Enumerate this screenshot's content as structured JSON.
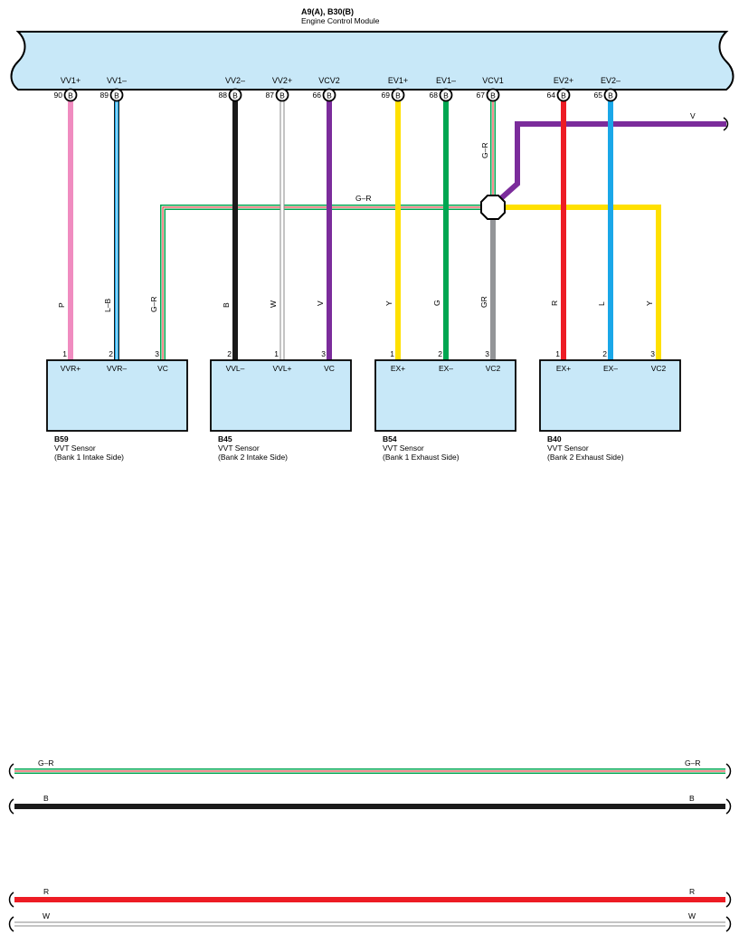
{
  "ecm": {
    "connector_title": "A9(A), B30(B)",
    "name": "Engine Control Module",
    "fill": "#c8e8f8"
  },
  "ecm_pins": [
    {
      "id": "vv1p",
      "label": "VV1+",
      "number": "90",
      "conn": "B"
    },
    {
      "id": "vv1m",
      "label": "VV1–",
      "number": "89",
      "conn": "B"
    },
    {
      "id": "vv2m",
      "label": "VV2–",
      "number": "88",
      "conn": "B"
    },
    {
      "id": "vv2p",
      "label": "VV2+",
      "number": "87",
      "conn": "B"
    },
    {
      "id": "vcv2",
      "label": "VCV2",
      "number": "66",
      "conn": "B"
    },
    {
      "id": "ev1p",
      "label": "EV1+",
      "number": "69",
      "conn": "B"
    },
    {
      "id": "ev1m",
      "label": "EV1–",
      "number": "68",
      "conn": "B"
    },
    {
      "id": "vcv1",
      "label": "VCV1",
      "number": "67",
      "conn": "B"
    },
    {
      "id": "ev2p",
      "label": "EV2+",
      "number": "64",
      "conn": "B"
    },
    {
      "id": "ev2m",
      "label": "EV2–",
      "number": "65",
      "conn": "B"
    }
  ],
  "wire_labels": {
    "p": "P",
    "lb": "L–B",
    "gr_b59": "G–R",
    "b": "B",
    "w": "W",
    "v_b45": "V",
    "y_b54": "Y",
    "g": "G",
    "gr_b54": "GR",
    "r": "R",
    "l": "L",
    "y_b40": "Y",
    "gr_horizontal": "G–R",
    "gr_vcv1": "G–R",
    "v_top": "V"
  },
  "sensors": [
    {
      "id": "b59",
      "code": "B59",
      "name": "VVT Sensor",
      "detail": "(Bank 1 Intake Side)",
      "pins": [
        {
          "number": "1",
          "label": "VVR+"
        },
        {
          "number": "2",
          "label": "VVR–"
        },
        {
          "number": "3",
          "label": "VC"
        }
      ]
    },
    {
      "id": "b45",
      "code": "B45",
      "name": "VVT Sensor",
      "detail": "(Bank 2 Intake Side)",
      "pins": [
        {
          "number": "2",
          "label": "VVL–"
        },
        {
          "number": "1",
          "label": "VVL+"
        },
        {
          "number": "3",
          "label": "VC"
        }
      ]
    },
    {
      "id": "b54",
      "code": "B54",
      "name": "VVT Sensor",
      "detail": "(Bank 1 Exhaust Side)",
      "pins": [
        {
          "number": "1",
          "label": "EX+"
        },
        {
          "number": "2",
          "label": "EX–"
        },
        {
          "number": "3",
          "label": "VC2"
        }
      ]
    },
    {
      "id": "b40",
      "code": "B40",
      "name": "VVT Sensor",
      "detail": "(Bank 2 Exhaust Side)",
      "pins": [
        {
          "number": "1",
          "label": "EX+"
        },
        {
          "number": "2",
          "label": "EX–"
        },
        {
          "number": "3",
          "label": "VC2"
        }
      ]
    }
  ],
  "legend": [
    {
      "left": "G–R",
      "right": "G–R"
    },
    {
      "left": "B",
      "right": "B"
    },
    {
      "left": "R",
      "right": "R"
    },
    {
      "left": "W",
      "right": "W"
    }
  ],
  "colors": {
    "pink": "#f08cc0",
    "blue": "#1aa7e8",
    "black": "#1a1a1a",
    "white": "#ffffff",
    "violet": "#7b2c9b",
    "yellow": "#ffe000",
    "green": "#00a651",
    "gray": "#939598",
    "red": "#ed1c24",
    "sensor_fill": "#c8e8f8"
  }
}
